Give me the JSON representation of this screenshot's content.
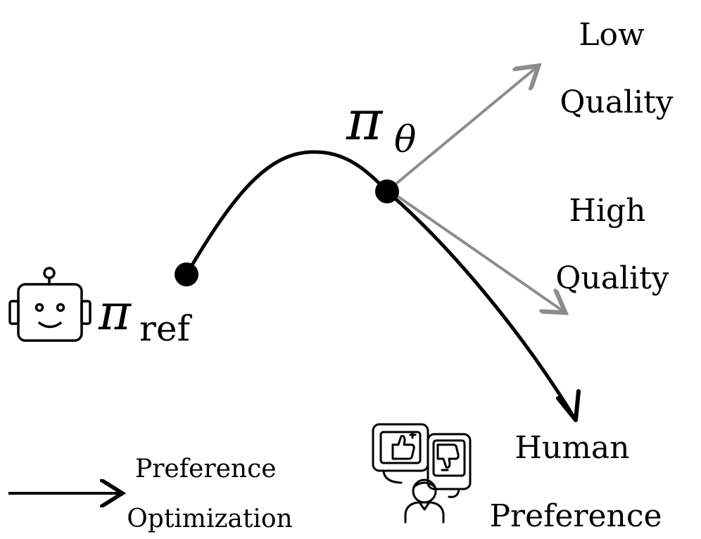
{
  "policy_theta": {
    "symbol": "π",
    "subscript": "θ"
  },
  "policy_ref": {
    "symbol": "π",
    "subscript": "ref"
  },
  "low_quality": {
    "line1": "Low",
    "line2": "Quality"
  },
  "high_quality": {
    "line1": "High",
    "line2": "Quality"
  },
  "human_preference": {
    "line1": "Human",
    "line2": "Preference"
  },
  "legend": {
    "line1": "Preference",
    "line2": "Optimization"
  },
  "icons": {
    "robot": "robot-icon",
    "feedback": "human-feedback-icon"
  },
  "colors": {
    "main": "#000000",
    "quality_arrows": "#8c8c8c"
  }
}
